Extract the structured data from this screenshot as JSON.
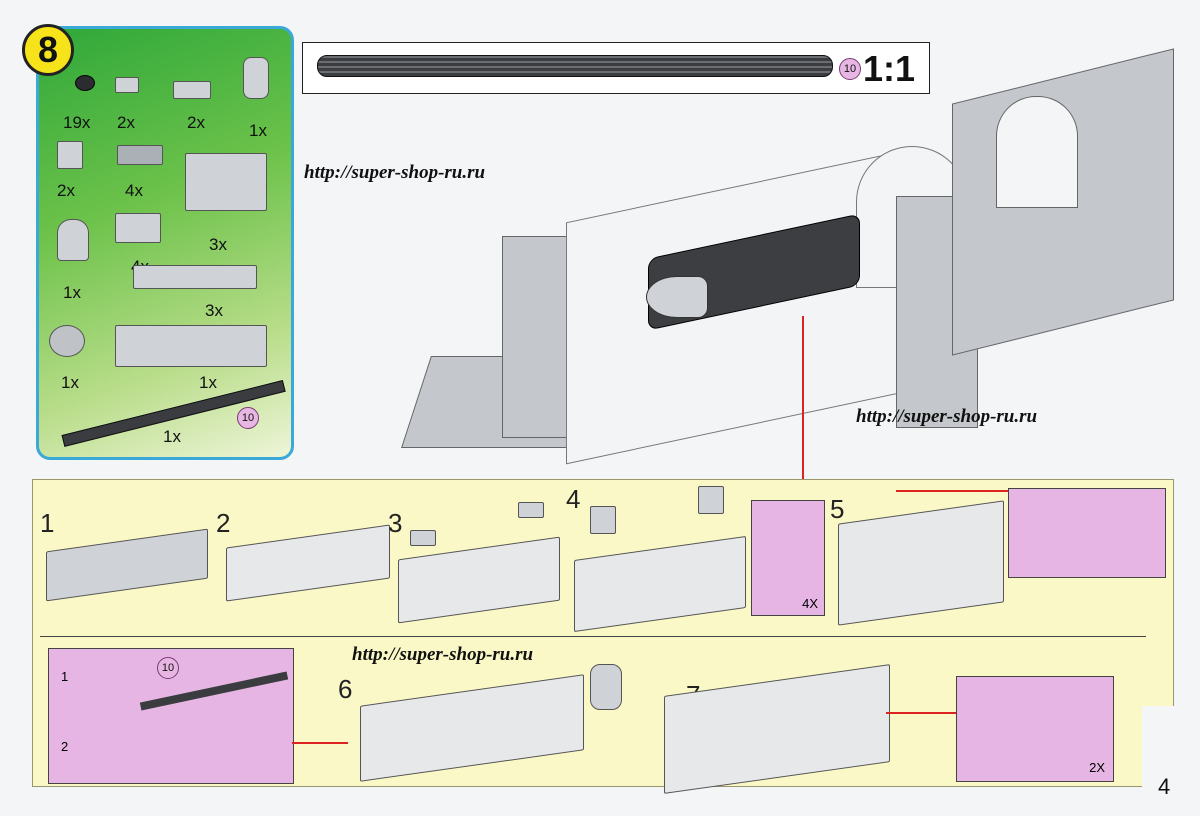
{
  "step": {
    "number": "8"
  },
  "parts": {
    "items": [
      {
        "qty": "19x"
      },
      {
        "qty": "2x"
      },
      {
        "qty": "2x"
      },
      {
        "qty": "1x"
      },
      {
        "qty": "2x"
      },
      {
        "qty": "4x"
      },
      {
        "qty": "3x"
      },
      {
        "qty": "1x"
      },
      {
        "qty": "4x"
      },
      {
        "qty": "3x"
      },
      {
        "qty": "1x"
      },
      {
        "qty": "1x"
      },
      {
        "qty": "1x"
      }
    ],
    "rod_marker": "10"
  },
  "scale": {
    "marker": "10",
    "ratio": "1:1"
  },
  "watermarks": [
    "http://super-shop-ru.ru",
    "http://super-shop-ru.ru",
    "http://super-shop-ru.ru"
  ],
  "substeps": {
    "top_row": [
      "1",
      "2",
      "3",
      "4",
      "5"
    ],
    "four_x": "4X",
    "bottom_row": [
      "6",
      "7"
    ],
    "inset_numbers": [
      "1",
      "2"
    ],
    "inset_marker": "10",
    "two_x": "2X"
  },
  "page": {
    "number": "4"
  },
  "colors": {
    "panel_green": "#6cc24a",
    "panel_border": "#3aa9d8",
    "badge": "#f7e31a",
    "yellow_panel": "#fbf8c7",
    "pink_box": "#e6b5e3",
    "arrow": "#dd2222"
  }
}
